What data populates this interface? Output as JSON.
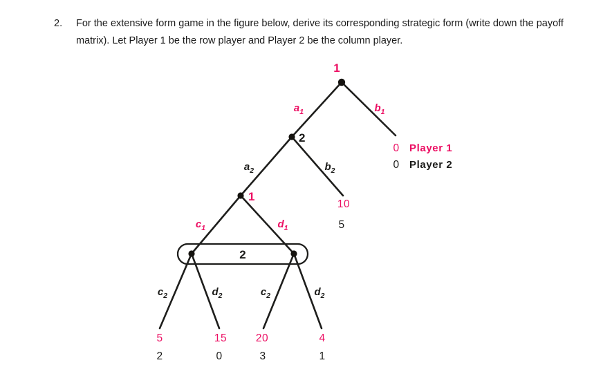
{
  "question": {
    "number": "2.",
    "text": "For the extensive form game in the figure below, derive its corresponding strategic form (write down the payoff matrix). Let Player 1 be the row player and Player 2 be the column player."
  },
  "figure": {
    "colors": {
      "player1": "#ec0f63",
      "player2": "#1b1b19",
      "branch": "#1e1e1c"
    },
    "legend": {
      "player1_value": "0",
      "player1_label": "Player 1",
      "player2_value": "0",
      "player2_label": "Player 2"
    },
    "nodes": {
      "root": {
        "label": "1",
        "owner": "player1"
      },
      "n2_upper": {
        "label": "2",
        "owner": "player2"
      },
      "n1_lower": {
        "label": "1",
        "owner": "player1"
      },
      "infoset2": {
        "label": "2",
        "owner": "player2"
      }
    },
    "actions": {
      "a1": {
        "letter": "a",
        "sub": "1",
        "owner": "player1"
      },
      "b1": {
        "letter": "b",
        "sub": "1",
        "owner": "player1"
      },
      "a2": {
        "letter": "a",
        "sub": "2",
        "owner": "player2"
      },
      "b2": {
        "letter": "b",
        "sub": "2",
        "owner": "player2"
      },
      "c1": {
        "letter": "c",
        "sub": "1",
        "owner": "player1"
      },
      "d1": {
        "letter": "d",
        "sub": "1",
        "owner": "player1"
      },
      "c2_left": {
        "letter": "c",
        "sub": "2",
        "owner": "player2"
      },
      "d2_left": {
        "letter": "d",
        "sub": "2",
        "owner": "player2"
      },
      "c2_right": {
        "letter": "c",
        "sub": "2",
        "owner": "player2"
      },
      "d2_right": {
        "letter": "d",
        "sub": "2",
        "owner": "player2"
      }
    },
    "terminals": [
      {
        "id": "t_b1",
        "path": "b1",
        "p1": "0",
        "p2": "0"
      },
      {
        "id": "t_b2",
        "path": "a1-b2",
        "p1": "10",
        "p2": "5"
      },
      {
        "id": "t_c1c2",
        "path": "a1-a2-c1-c2",
        "p1": "5",
        "p2": "2"
      },
      {
        "id": "t_c1d2",
        "path": "a1-a2-c1-d2",
        "p1": "15",
        "p2": "0"
      },
      {
        "id": "t_d1c2",
        "path": "a1-a2-d1-c2",
        "p1": "20",
        "p2": "3"
      },
      {
        "id": "t_d1d2",
        "path": "a1-a2-d1-d2",
        "p1": "4",
        "p2": "1"
      }
    ]
  }
}
